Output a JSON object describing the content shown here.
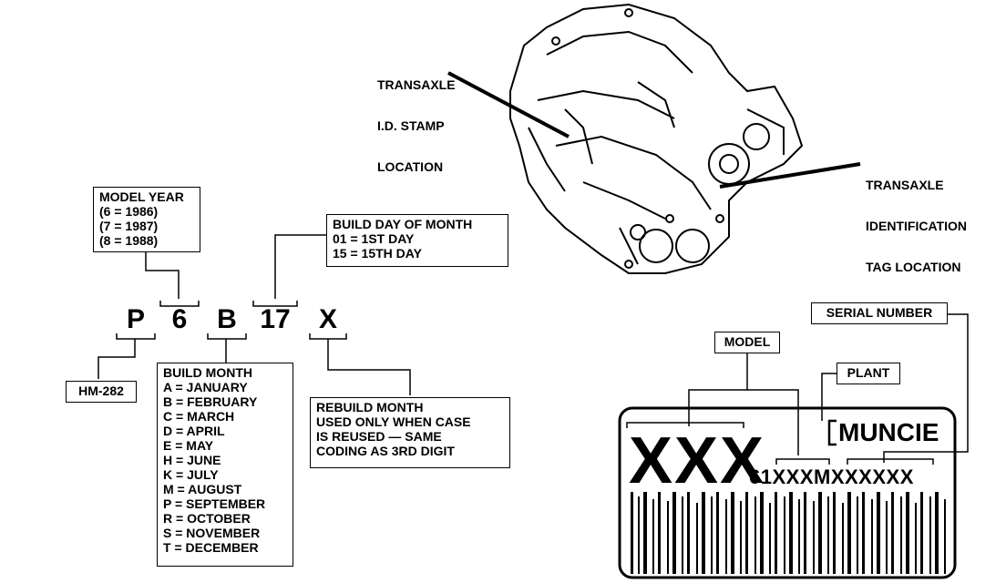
{
  "diagram": {
    "model_year": {
      "title": "MODEL YEAR",
      "lines": [
        "(6 = 1986)",
        "(7 = 1987)",
        "(8 = 1988)"
      ]
    },
    "build_day": {
      "title": "BUILD DAY OF MONTH",
      "lines": [
        "01 = 1ST DAY",
        "15 = 15TH DAY"
      ]
    },
    "code_chars": [
      "P",
      "6",
      "B",
      "17",
      "X"
    ],
    "hm_label": "HM-282",
    "build_month": {
      "title": "BUILD MONTH",
      "items": [
        "A = JANUARY",
        "B = FEBRUARY",
        "C = MARCH",
        "D = APRIL",
        "E = MAY",
        "H = JUNE",
        "K = JULY",
        "M = AUGUST",
        "P = SEPTEMBER",
        "R = OCTOBER",
        "S = NOVEMBER",
        "T = DECEMBER"
      ]
    },
    "rebuild_month": {
      "lines": [
        "REBUILD MONTH",
        "USED ONLY WHEN CASE",
        "IS REUSED — SAME",
        "CODING AS 3RD DIGIT"
      ]
    },
    "stamp_callout": [
      "TRANSAXLE",
      "I.D. STAMP",
      "LOCATION"
    ],
    "tag_callout": [
      "TRANSAXLE",
      "IDENTIFICATION",
      "TAG LOCATION"
    ],
    "tag_labels": {
      "serial": "SERIAL NUMBER",
      "model": "MODEL",
      "plant": "PLANT"
    },
    "tag": {
      "model_code": "XXX",
      "plant_name": "MUNCIE",
      "serial_code": "61XXXMXXXXXX"
    }
  }
}
